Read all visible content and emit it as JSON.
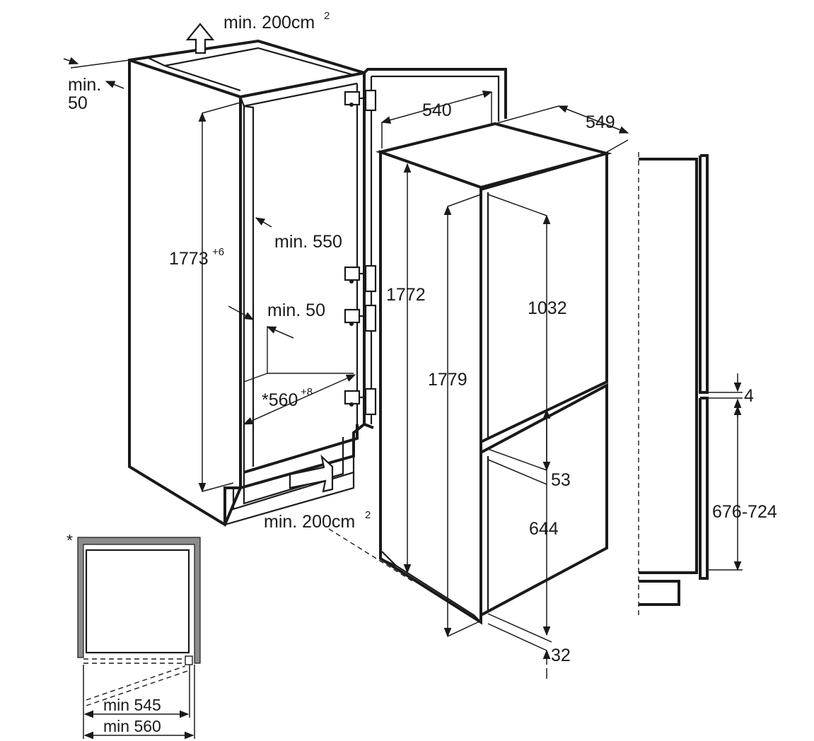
{
  "dimensions": {
    "top_vent": "min. 200cm",
    "bottom_vent": "min. 200cm",
    "vent_exp": "2",
    "top_gap_min": "min.",
    "top_gap_val": "50",
    "niche_height": "1773",
    "niche_height_tol": "+6",
    "niche_depth": "min. 550",
    "side_gap": "min. 50",
    "niche_width": "*560",
    "niche_width_tol": "+8",
    "appliance_width": "540",
    "appliance_depth": "549",
    "appliance_height": "1772",
    "door_total_height": "1779",
    "fridge_door_height": "1032",
    "door_gap": "53",
    "freezer_door_height": "644",
    "bottom_offset": "32",
    "door_panel_gap": "4",
    "freezer_panel_range": "676-724"
  },
  "inset": {
    "marker": "*",
    "min_inner": "min 545",
    "min_outer": "min 560"
  }
}
